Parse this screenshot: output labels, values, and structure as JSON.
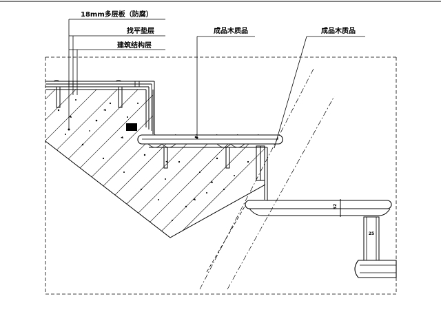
{
  "labels": {
    "layer_plywood": "18mm多层板（防腐）",
    "layer_leveling": "找平垫层",
    "layer_structure": "建筑结构层",
    "finished_wood_1": "成品木质品",
    "finished_wood_2": "成品木质品"
  },
  "dimensions": {
    "rail_height": "52",
    "post_width": "25"
  }
}
